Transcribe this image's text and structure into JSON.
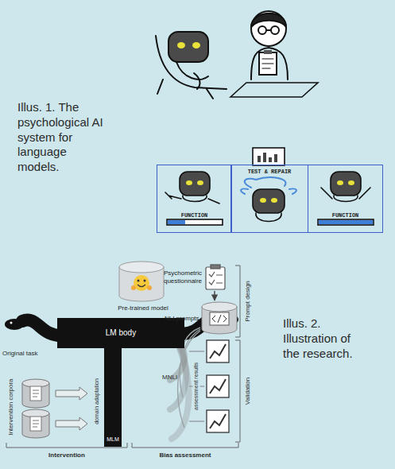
{
  "diagram": {
    "nodes": [
      {
        "text": [
          "FUNCTION"
        ]
      },
      {
        "text": [
          "TEST & REPAIR"
        ]
      },
      {
        "text": [
          "FUNCTION"
        ]
      },
      {
        "text": [
          "Pre-trained model"
        ]
      },
      {
        "text": [
          "LM body"
        ]
      },
      {
        "text": [
          "Psychometric questionnaire"
        ]
      },
      {
        "text": [
          "NLI prompts"
        ]
      }
    ],
    "edges": [
      {
        "from": 5,
        "to": 6,
        "arrow": "to"
      }
    ],
    "labels": [
      "Illus. 1. The psychological AI system for language models.",
      "Illus. 2. Illustration of the research.",
      "Original task",
      "Intervention corpora",
      "domain adaptation",
      "MLM",
      "MNLI",
      "assessment results",
      "Prompt design",
      "Validation",
      "Intervention",
      "Bias assessment"
    ]
  }
}
